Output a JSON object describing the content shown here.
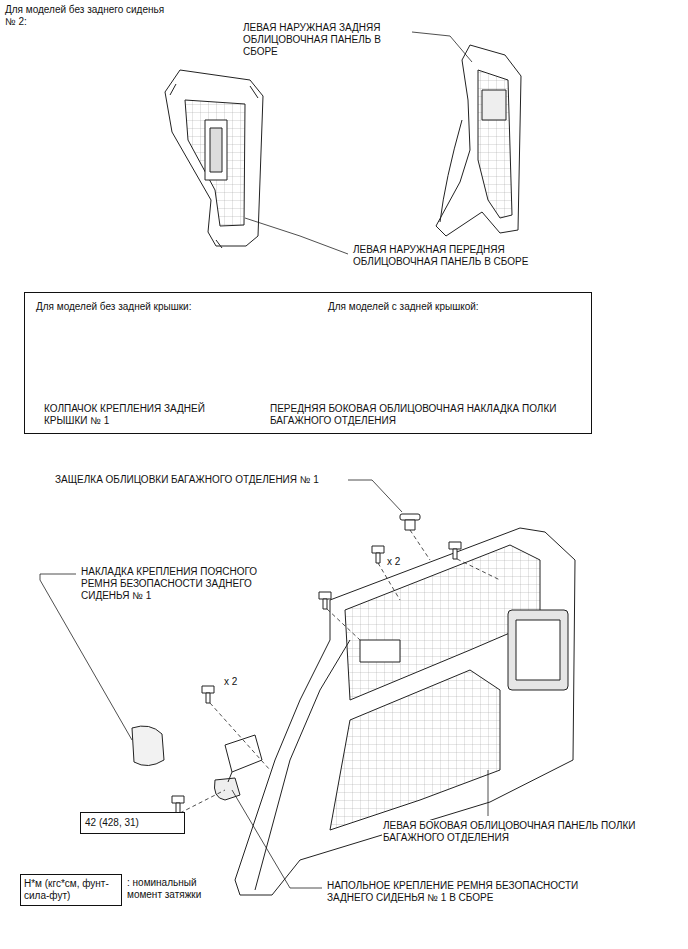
{
  "diagram": {
    "nodes": [
      {
        "text": [
          "Для моделей без задней крышки:",
          "Для моделей с задней крышкой:",
          "КОЛПАЧОК КРЕПЛЕНИЯ ЗАДНЕЙ КРЫШКИ № 1",
          "ПЕРЕДНЯЯ БОКОВАЯ ОБЛИЦОВОЧНАЯ НАКЛАДКА ПОЛКИ БАГАЖНОГО ОТДЕЛЕНИЯ"
        ]
      },
      {
        "text": [
          "42 (428, 31)"
        ]
      },
      {
        "text": [
          "Н*м (кгс*см, фунт-сила-фут)",
          ": номинальный момент затяжки"
        ]
      }
    ],
    "edges": [],
    "labels": [
      "Для моделей без заднего сиденья № 2:",
      "ЛЕВАЯ НАРУЖНАЯ ЗАДНЯЯ ОБЛИЦОВОЧНАЯ ПАНЕЛЬ В СБОРЕ",
      "ЛЕВАЯ НАРУЖНАЯ ПЕРЕДНЯЯ ОБЛИЦОВОЧНАЯ ПАНЕЛЬ В СБОРЕ",
      "ЗАЩЕЛКА ОБЛИЦОВКИ БАГАЖНОГО ОТДЕЛЕНИЯ № 1",
      "x 2",
      "НАКЛАДКА КРЕПЛЕНИЯ ПОЯСНОГО РЕМНЯ БЕЗОПАСНОСТИ ЗАДНЕГО СИДЕНЬЯ № 1",
      "x 2",
      "ЛЕВАЯ БОКОВАЯ ОБЛИЦОВОЧНАЯ ПАНЕЛЬ ПОЛКИ БАГАЖНОГО ОТДЕЛЕНИЯ",
      "НАПОЛЬНОЕ КРЕПЛЕНИЕ РЕМНЯ БЕЗОПАСНОСТИ ЗАДНЕГО СИДЕНЬЯ № 1 В СБОРЕ"
    ]
  }
}
